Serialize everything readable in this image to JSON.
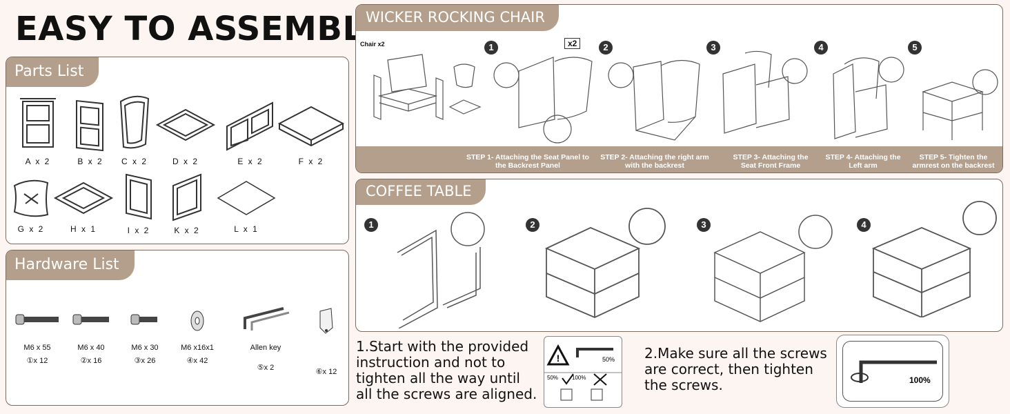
{
  "title": "EASY TO ASSEMBLE",
  "parts_list": {
    "heading": "Parts List",
    "items": [
      {
        "label": "A x 2"
      },
      {
        "label": "B x 2"
      },
      {
        "label": "C x 2"
      },
      {
        "label": "D x 2"
      },
      {
        "label": "E x 2"
      },
      {
        "label": "F x 2"
      },
      {
        "label": "G x 2"
      },
      {
        "label": "H x 1"
      },
      {
        "label": "I x 2"
      },
      {
        "label": "K x 2"
      },
      {
        "label": "L x 1"
      }
    ]
  },
  "hardware_list": {
    "heading": "Hardware List",
    "items": [
      {
        "name": "M6 x 55",
        "qty": "①x 12"
      },
      {
        "name": "M6 x 40",
        "qty": "②x 16"
      },
      {
        "name": "M6 x 30",
        "qty": "③x 26"
      },
      {
        "name": "M6 x16x1",
        "qty": "④x 42"
      },
      {
        "name": "Allen key",
        "qty": "⑤x 2"
      },
      {
        "name": "",
        "qty": "⑥x 12"
      }
    ]
  },
  "chair": {
    "heading": "WICKER ROCKING CHAIR",
    "chair_label": "Chair x2",
    "x2_badge": "x2",
    "step_numbers": [
      "1",
      "2",
      "3",
      "4",
      "5"
    ],
    "steps": [
      "STEP 1- Attaching the Seat Panel to the Backrest Panel",
      "STEP 2- Attaching the right arm with the backrest",
      "STEP 3- Attaching the Seat Front Frame",
      "STEP 4- Attaching the Left arm",
      "STEP 5- Tighten the armrest on the backrest"
    ]
  },
  "table": {
    "heading": "COFFEE TABLE",
    "step_numbers": [
      "1",
      "2",
      "3",
      "4"
    ]
  },
  "notes": {
    "note1": "1.Start with the provided instruction and not to tighten all the way until all the screws are aligned.",
    "note2": "2.Make sure all the screws are correct, then tighten the screws.",
    "pct50": "50%",
    "pct50b": "50%",
    "pct100": "100%",
    "pct100b": "100%"
  }
}
